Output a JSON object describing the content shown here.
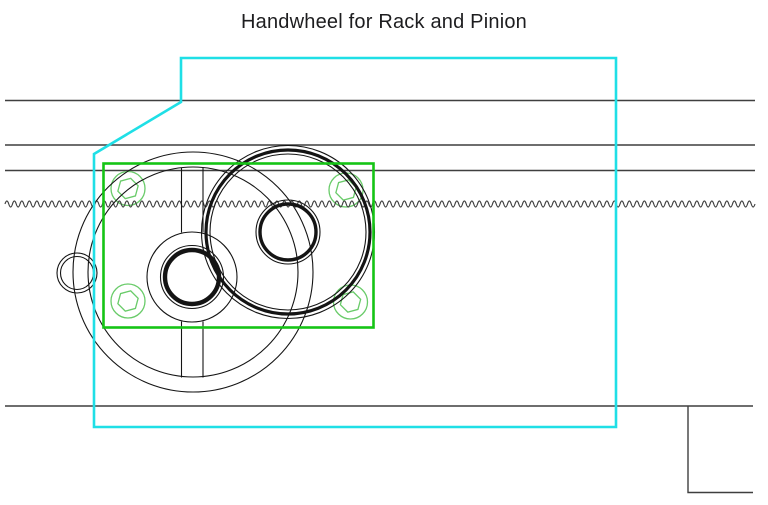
{
  "title": {
    "text": "Handwheel for Rack and Pinion"
  },
  "colors": {
    "background": "#ffffff",
    "outline_cyan": "#1FDFE6",
    "plate_green": "#15C415",
    "bolt_green": "#69CB69",
    "construction_gray": "#3F3F3F",
    "ink_black": "#141414"
  },
  "drawing": {
    "parts": [
      "carriage-outline",
      "mount-plate",
      "socket-head-bolts",
      "handwheel",
      "pinion-gear",
      "rack-teeth",
      "guide-rails",
      "shaft-end"
    ]
  }
}
